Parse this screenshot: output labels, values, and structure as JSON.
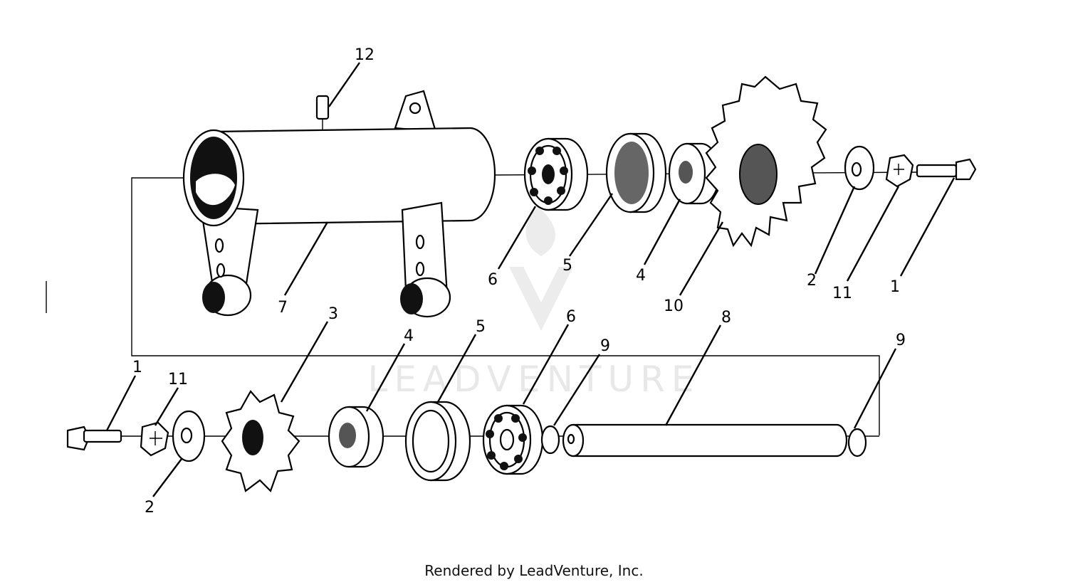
{
  "callouts": {
    "upper": [
      "12",
      "7",
      "6",
      "5",
      "4",
      "10",
      "2",
      "11",
      "1"
    ],
    "lower": [
      "1",
      "11",
      "2",
      "3",
      "4",
      "5",
      "6",
      "9",
      "8",
      "9"
    ]
  },
  "watermark": "LEADVENTURE",
  "footer": "Rendered by LeadVenture, Inc."
}
